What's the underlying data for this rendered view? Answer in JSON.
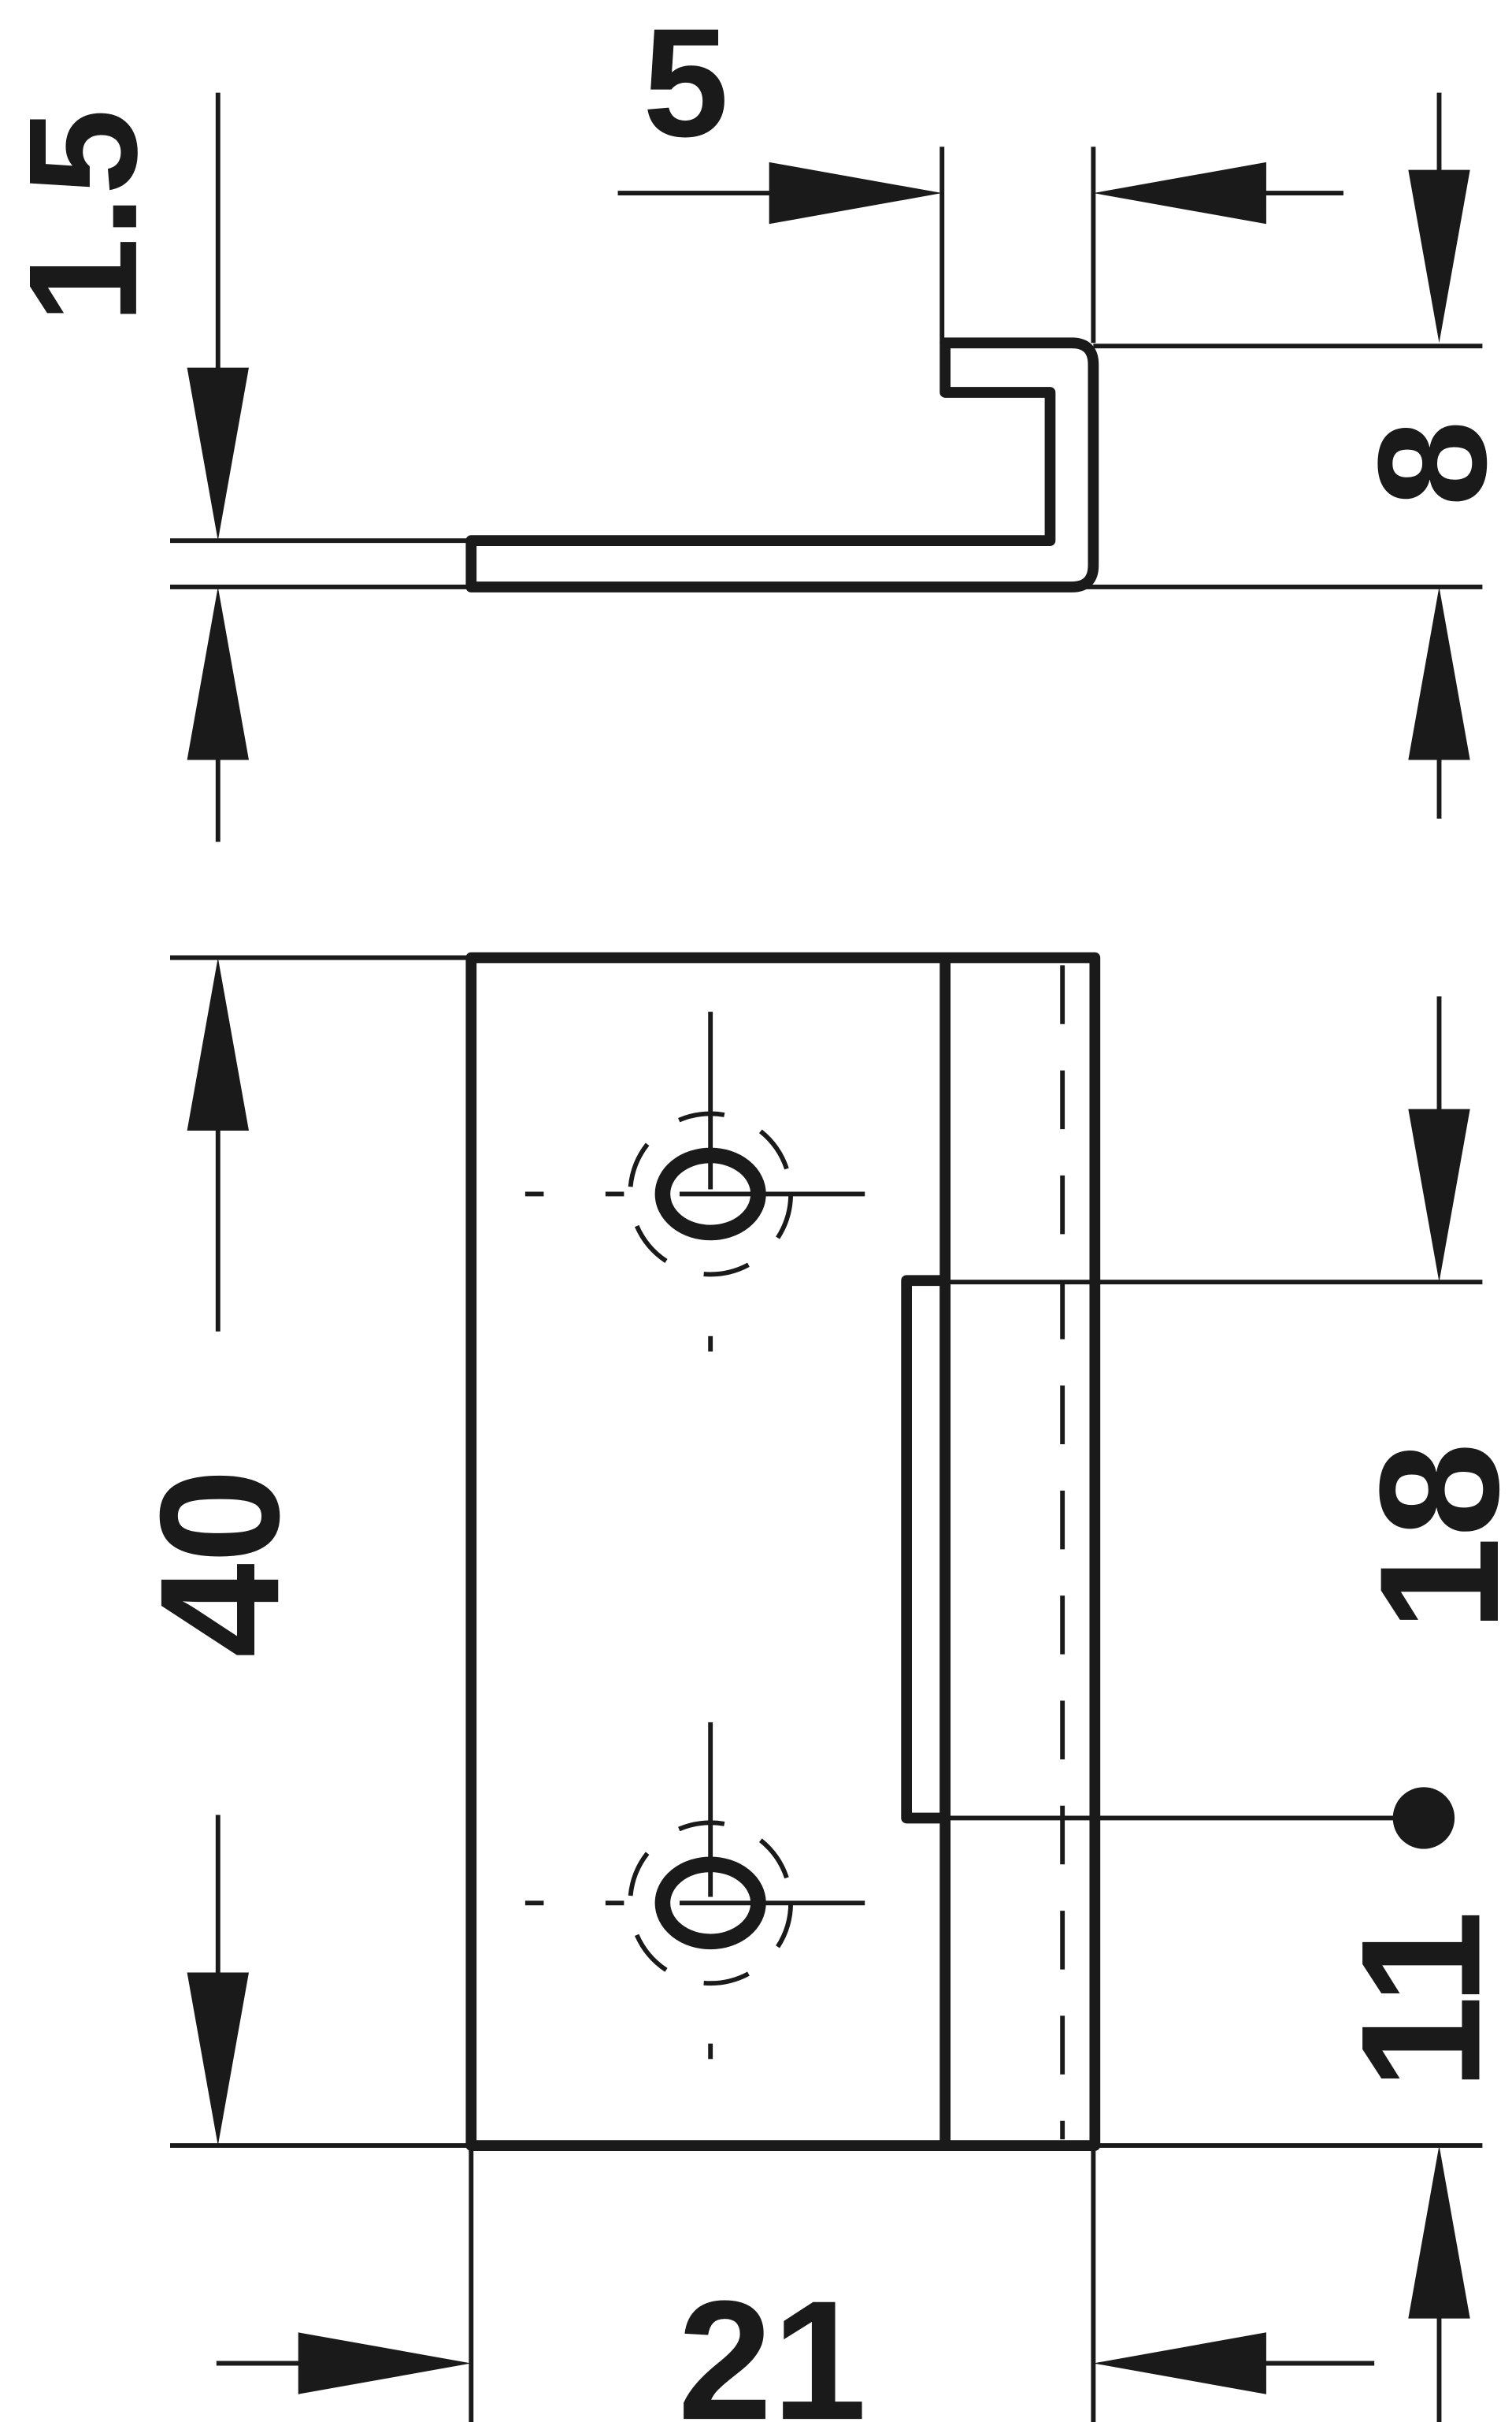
{
  "drawing": {
    "dimensions": {
      "thickness": "1.5",
      "flange_width": "5",
      "height": "8",
      "length": "40",
      "slot_length": "18",
      "slot_offset": "11",
      "width": "21"
    },
    "colors": {
      "ink": "#1a1a1a",
      "background": "#ffffff"
    }
  }
}
